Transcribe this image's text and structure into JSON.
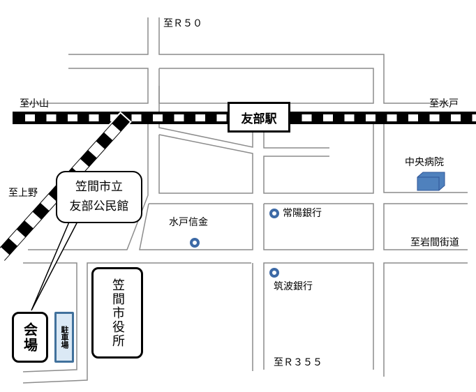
{
  "directions": {
    "to_r50": "至Ｒ５０",
    "to_oyama": "至小山",
    "to_mito": "至水戸",
    "to_ueno": "至上野",
    "to_iwama": "至岩間街道",
    "to_r355": "至Ｒ３５５"
  },
  "station": "友部駅",
  "callout": {
    "line1": "笠間市立",
    "line2": "友部公民館"
  },
  "venue": "会場",
  "parking": "駐車場",
  "city_hall": "笠間市役所",
  "landmarks": {
    "mito_shinkin": "水戸信金",
    "joyo_bank": "常陽銀行",
    "tsukuba_bank": "筑波銀行",
    "hospital": "中央病院"
  },
  "colors": {
    "bank_icon": "#3d6aa6",
    "hospital": "#4f81bd",
    "parking_fill": "#dbe9f5",
    "parking_border": "#41719c",
    "road": "#8c8c8c"
  }
}
